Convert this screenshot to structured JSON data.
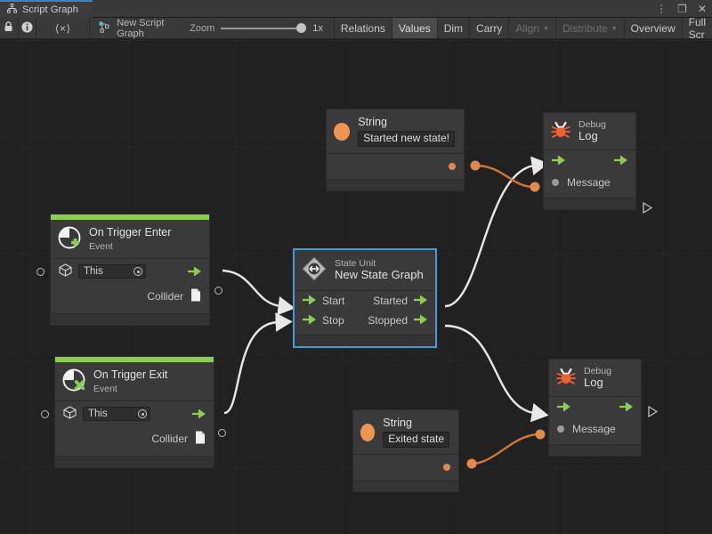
{
  "window": {
    "tab_title": "Script Graph",
    "tab_icon": "graph-hierarchy-icon",
    "controls": {
      "menu": "⋮",
      "maximize": "❐",
      "close": "✕"
    }
  },
  "toolbar": {
    "lock_icon": "lock-icon",
    "info_icon": "info-icon",
    "code_label": "⟨×⟩",
    "breadcrumb": "New Script Graph",
    "zoom_label": "Zoom",
    "zoom_value": "1x",
    "buttons": [
      {
        "label": "Relations",
        "state": "normal",
        "caret": false
      },
      {
        "label": "Values",
        "state": "active",
        "caret": false
      },
      {
        "label": "Dim",
        "state": "normal",
        "caret": false
      },
      {
        "label": "Carry",
        "state": "normal",
        "caret": false
      },
      {
        "label": "Align",
        "state": "dim",
        "caret": true
      },
      {
        "label": "Distribute",
        "state": "dim",
        "caret": true
      },
      {
        "label": "Overview",
        "state": "normal",
        "caret": false
      },
      {
        "label": "Full Scr",
        "state": "normal",
        "caret": false
      }
    ]
  },
  "colors": {
    "background": "#212121",
    "node_fill": "#3a3a3a",
    "event_accent": "#8ccf4e",
    "control_port": "#8ccf4e",
    "data_port": "#e38a4a",
    "selection": "#3f9ed4",
    "tab_accent": "#3b7fd4",
    "edge_control": "#e8e8e8",
    "edge_data": "#d2762f"
  },
  "nodes": {
    "on_trigger_enter": {
      "title": "On Trigger Enter",
      "subtitle": "Event",
      "icon": "collider-enter-icon",
      "target_value": "This",
      "target_icon": "gameobject-cube-icon",
      "output_label": "Collider",
      "output_icon": "document-icon"
    },
    "on_trigger_exit": {
      "title": "On Trigger Exit",
      "subtitle": "Event",
      "icon": "collider-exit-icon",
      "target_value": "This",
      "target_icon": "gameobject-cube-icon",
      "output_label": "Collider",
      "output_icon": "document-icon"
    },
    "state_unit": {
      "subtitle": "State Unit",
      "title": "New  State  Graph",
      "icon": "state-unit-icon",
      "selected": true,
      "inputs": [
        "Start",
        "Stop"
      ],
      "outputs": [
        "Started",
        "Stopped"
      ]
    },
    "string_started": {
      "title": "String",
      "value": "Started new state!",
      "icon": "string-literal-icon"
    },
    "string_exited": {
      "title": "String",
      "value": "Exited state",
      "icon": "string-literal-icon"
    },
    "debug_log_top": {
      "subtitle": "Debug",
      "title": "Log",
      "icon": "bug-icon",
      "input_label": "Message"
    },
    "debug_log_bottom": {
      "subtitle": "Debug",
      "title": "Log",
      "icon": "bug-icon",
      "input_label": "Message"
    }
  }
}
